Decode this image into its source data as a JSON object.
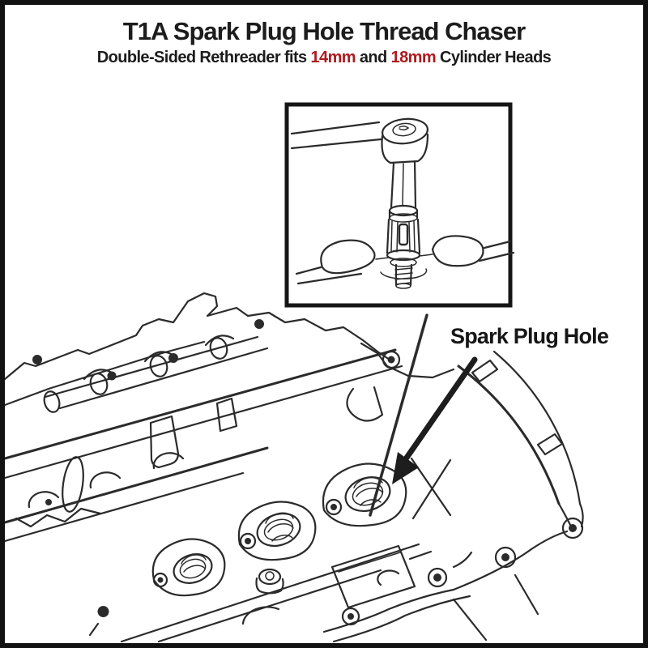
{
  "colors": {
    "accent_red": "#ab1a20",
    "ink": "#1c1c1c",
    "line": "#2b2b2b"
  },
  "header": {
    "title": "T1A Spark Plug Hole Thread Chaser",
    "subtitle_prefix": "Double-Sided Rethreader fits ",
    "size_option_1": "14mm",
    "subtitle_conjunction": " and ",
    "size_option_2": "18mm",
    "subtitle_suffix": " Cylinder Heads"
  },
  "diagram": {
    "callout_label": "Spark Plug Hole"
  }
}
